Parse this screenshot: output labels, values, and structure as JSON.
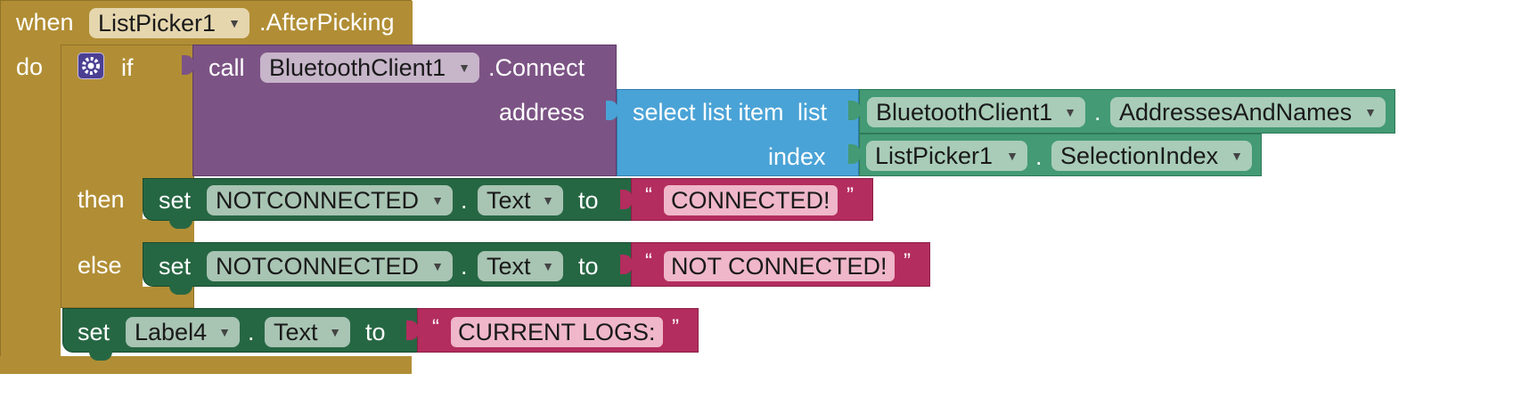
{
  "event": {
    "when": "when",
    "component": "ListPicker1",
    "event_name": ".AfterPicking",
    "do": "do"
  },
  "if_block": {
    "if": "if",
    "then": "then",
    "else": "else"
  },
  "call_block": {
    "call": "call",
    "component": "BluetoothClient1",
    "method": ".Connect",
    "param": "address"
  },
  "select_block": {
    "title": "select list item",
    "list_label": "list",
    "index_label": "index"
  },
  "list_getter": {
    "component": "BluetoothClient1",
    "dot": ".",
    "property": "AddressesAndNames"
  },
  "index_getter": {
    "component": "ListPicker1",
    "dot": ".",
    "property": "SelectionIndex"
  },
  "set_then": {
    "set": "set",
    "component": "NOTCONNECTED",
    "dot": ".",
    "property": "Text",
    "to": "to",
    "open_quote": "“",
    "value": "CONNECTED!",
    "close_quote": "”"
  },
  "set_else": {
    "set": "set",
    "component": "NOTCONNECTED",
    "dot": ".",
    "property": "Text",
    "to": "to",
    "open_quote": "“",
    "value": "NOT CONNECTED!",
    "close_quote": "”"
  },
  "set_label": {
    "set": "set",
    "component": "Label4",
    "dot": ".",
    "property": "Text",
    "to": "to",
    "open_quote": "“",
    "value": "CURRENT LOGS:",
    "close_quote": "”"
  },
  "icons": {
    "dropdown": "▼"
  },
  "colors": {
    "event": "#b18e35",
    "procedure": "#7c5385",
    "list": "#4aa3d6",
    "component_getter": "#439a74",
    "component_setter": "#266743",
    "text": "#b32d5e"
  }
}
